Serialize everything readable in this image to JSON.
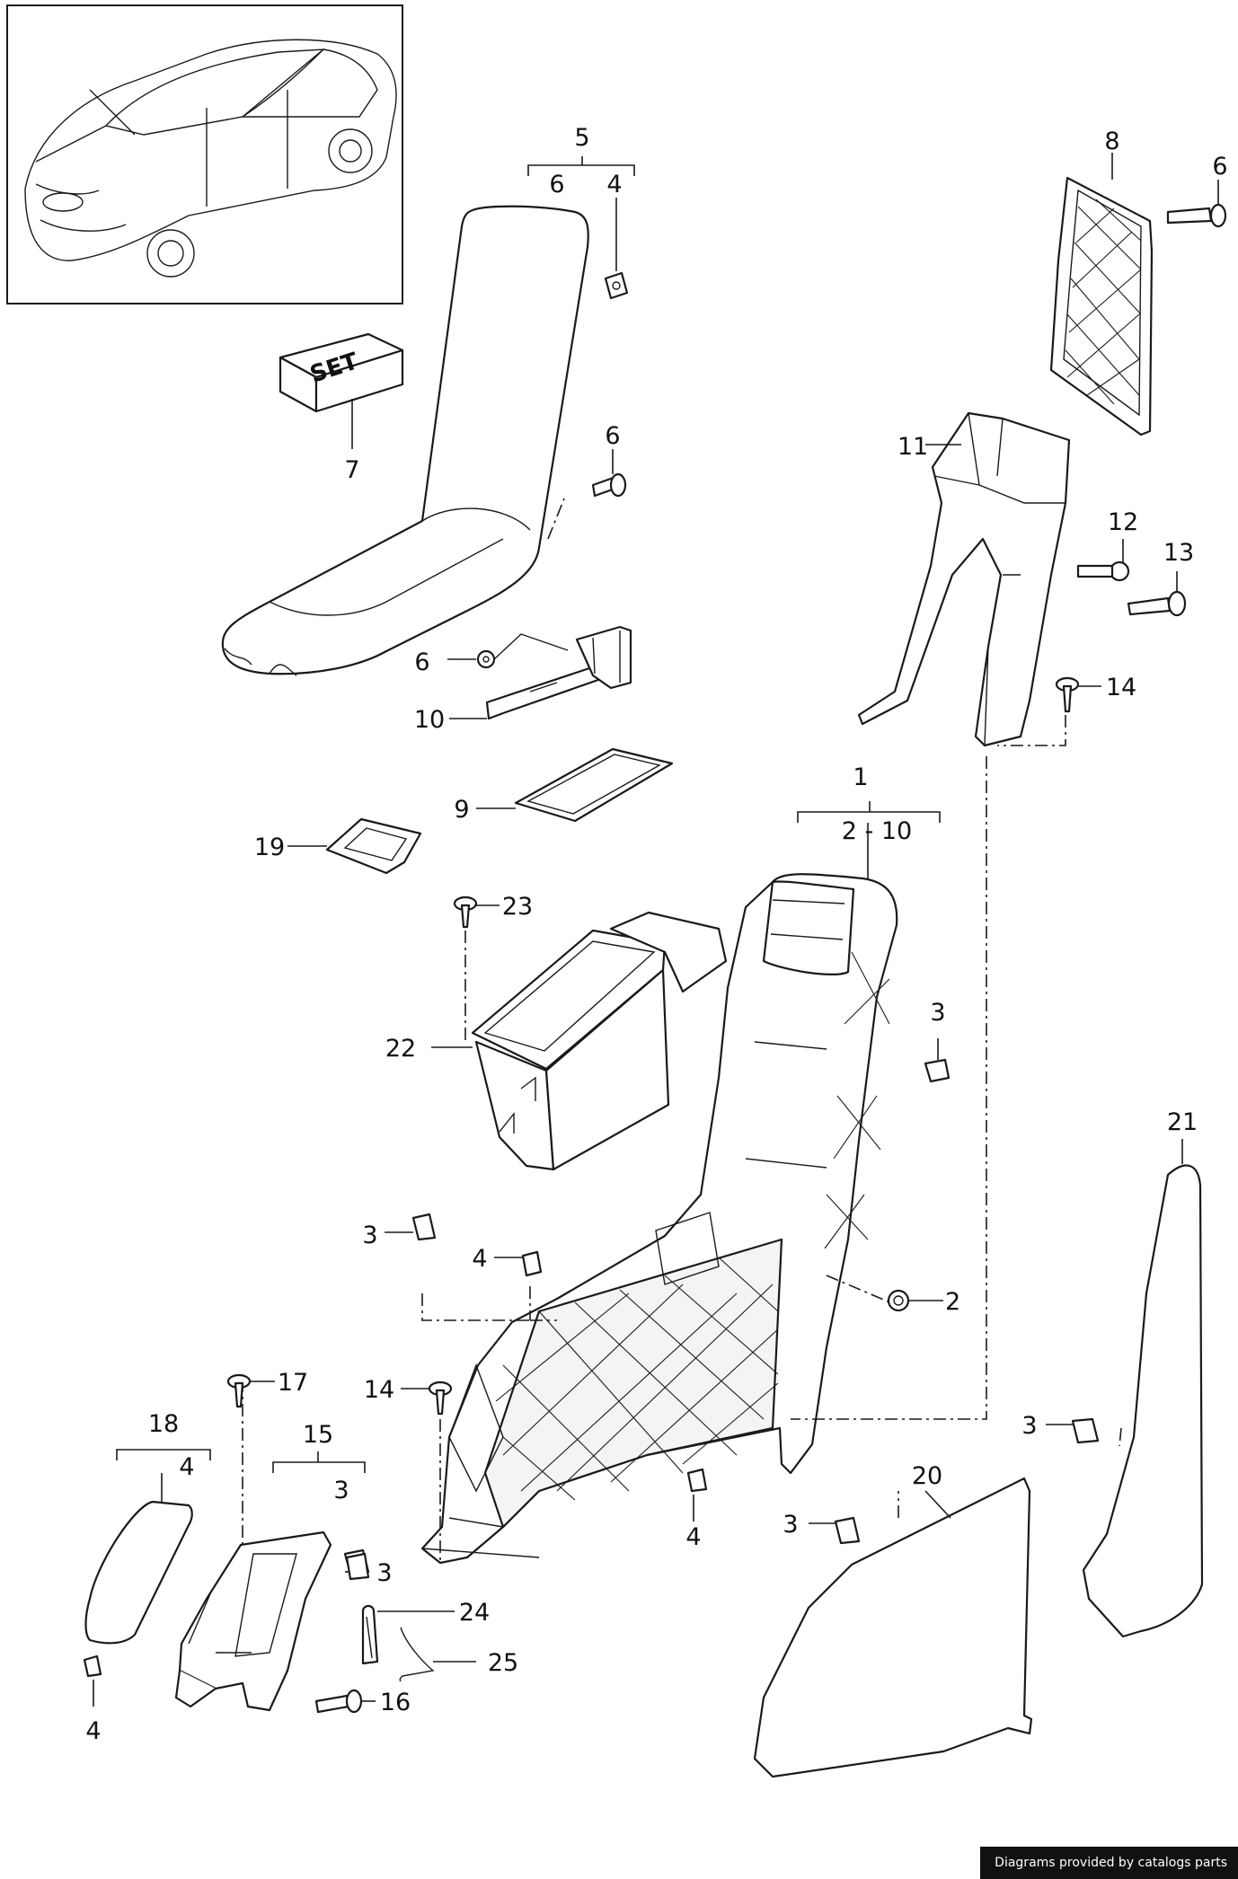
{
  "credit": "Diagrams provided by catalogs parts",
  "kit_label": "SET",
  "callouts": {
    "c1": "1",
    "c2_10": "2 - 10",
    "c2": "2",
    "c3a": "3",
    "c3b": "3",
    "c3c": "3",
    "c3d": "3",
    "c3e": "3",
    "c3f": "3",
    "c4a": "4",
    "c4b": "4",
    "c4c": "4",
    "c4d": "4",
    "c4e": "4",
    "c5": "5",
    "c6a": "6",
    "c6b": "6",
    "c6c": "6",
    "c6d": "6",
    "c7": "7",
    "c8": "8",
    "c9": "9",
    "c10": "10",
    "c11": "11",
    "c12": "12",
    "c13": "13",
    "c14a": "14",
    "c14b": "14",
    "c15": "15",
    "c16": "16",
    "c17": "17",
    "c18": "18",
    "c19": "19",
    "c20": "20",
    "c21": "21",
    "c22": "22",
    "c23": "23",
    "c24": "24",
    "c25": "25"
  }
}
